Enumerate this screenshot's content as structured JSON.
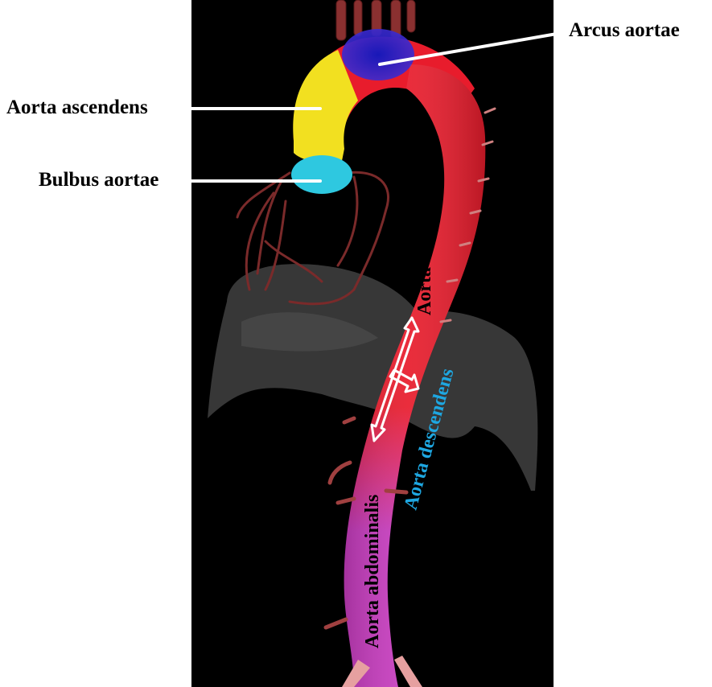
{
  "labels": {
    "arcus": "Arcus aortae",
    "ascendens": "Aorta ascendens",
    "bulbus": "Bulbus aortae",
    "thoracica": "Aorta thoracica",
    "descendens": "Aorta descendens",
    "abdominalis": "Aorta abdominalis"
  },
  "colors": {
    "bulbus": "#2ec8e0",
    "ascendens": "#f2e020",
    "arcus": "#2020c0",
    "thoracica": "#e81c2c",
    "abdominalis": "#c83cc0",
    "descendens_text": "#1ea7e1",
    "leader_lines": "#ffffff",
    "background": "#000000"
  }
}
